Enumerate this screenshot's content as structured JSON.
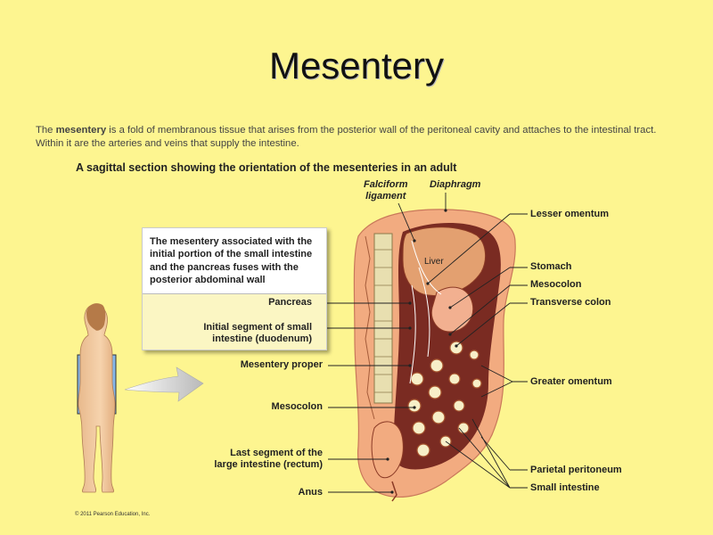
{
  "slide": {
    "title": "Mesentery",
    "intro_pre": "The ",
    "intro_bold": "mesentery",
    "intro_post": " is a fold of membranous tissue that arises from the posterior wall of the peritoneal cavity and attaches to the intestinal tract. Within it are the arteries and veins that supply the intestine."
  },
  "figure": {
    "caption": "A sagittal section showing the orientation of the mesenteries in an adult",
    "callout": "The mesentery associated with the initial portion of the small intestine and the pancreas fuses with the posterior abdominal wall",
    "labels": {
      "falciform": "Falciform\nligament",
      "diaphragm": "Diaphragm",
      "liver": "Liver",
      "lesser_omentum": "Lesser omentum",
      "stomach": "Stomach",
      "mesocolon_right": "Mesocolon",
      "transverse_colon": "Transverse colon",
      "greater_omentum": "Greater omentum",
      "parietal_peritoneum": "Parietal peritoneum",
      "small_intestine": "Small intestine",
      "pancreas": "Pancreas",
      "duodenum": "Initial segment of small\nintestine (duodenum)",
      "mesentery_proper": "Mesentery proper",
      "mesocolon_left": "Mesocolon",
      "rectum": "Last segment of the\nlarge intestine (rectum)",
      "anus": "Anus"
    },
    "copyright": "© 2011 Pearson Education, Inc.",
    "colors": {
      "background": "#fdf590",
      "tissue": "#f2ab80",
      "cavity": "#7a2b22",
      "liver": "#e3a070",
      "spine": "#e8dfb0",
      "skin": "#f0c9a0"
    }
  }
}
